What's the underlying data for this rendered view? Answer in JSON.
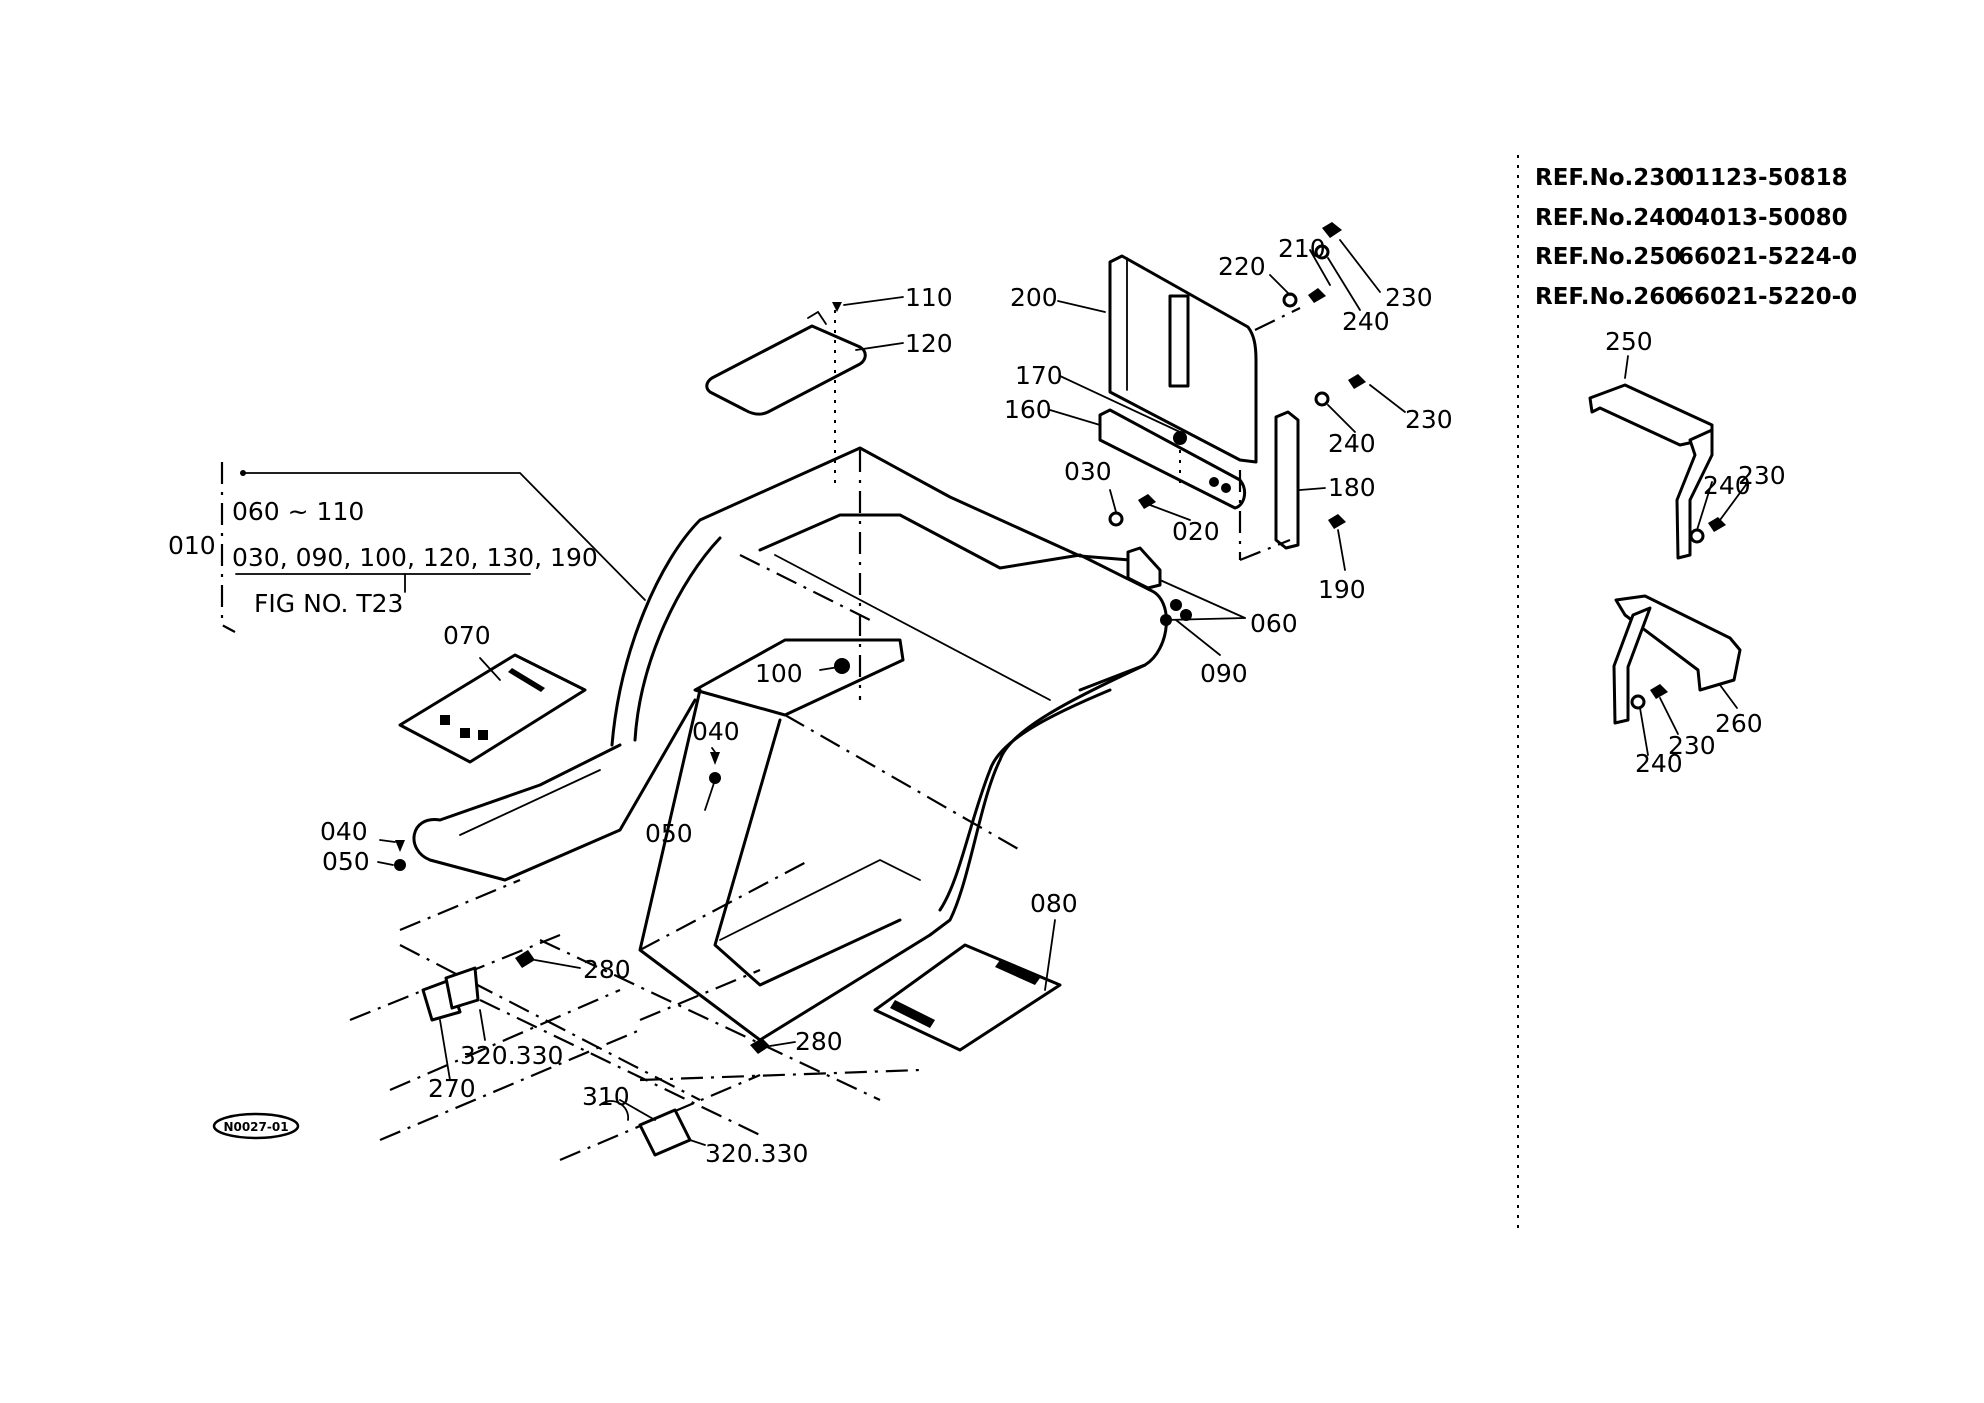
{
  "diagram": {
    "type": "exploded-parts-view",
    "figure_code": "N0027-01",
    "assembly_note": {
      "ref": "010",
      "line1": "060 ~ 110",
      "line2": "030, 090, 100, 120, 130, 190",
      "line3": "FIG NO. T23"
    },
    "ref_table": [
      {
        "label": "REF.No.230",
        "part": "01123-50818"
      },
      {
        "label": "REF.No.240",
        "part": "04013-50080"
      },
      {
        "label": "REF.No.250",
        "part": "66021-5224-0"
      },
      {
        "label": "REF.No.260",
        "part": "66021-5220-0"
      }
    ],
    "callouts": {
      "c110": "110",
      "c120": "120",
      "c200": "200",
      "c220": "220",
      "c210": "210",
      "c240a": "240",
      "c230a": "230",
      "c170": "170",
      "c160": "160",
      "c230b": "230",
      "c240b": "240",
      "c030": "030",
      "c020": "020",
      "c180": "180",
      "c190": "190",
      "c060": "060",
      "c090": "090",
      "c100": "100",
      "c070": "070",
      "c040a": "040",
      "c050a": "050",
      "c040b": "040",
      "c050b": "050",
      "c080": "080",
      "c280a": "280",
      "c280b": "280",
      "c320a": "320.330",
      "c270": "270",
      "c310": "310",
      "c320b": "320.330",
      "c250": "250",
      "c240c": "240",
      "c230c": "230",
      "c260": "260",
      "c240d": "240",
      "c230d": "230"
    }
  }
}
